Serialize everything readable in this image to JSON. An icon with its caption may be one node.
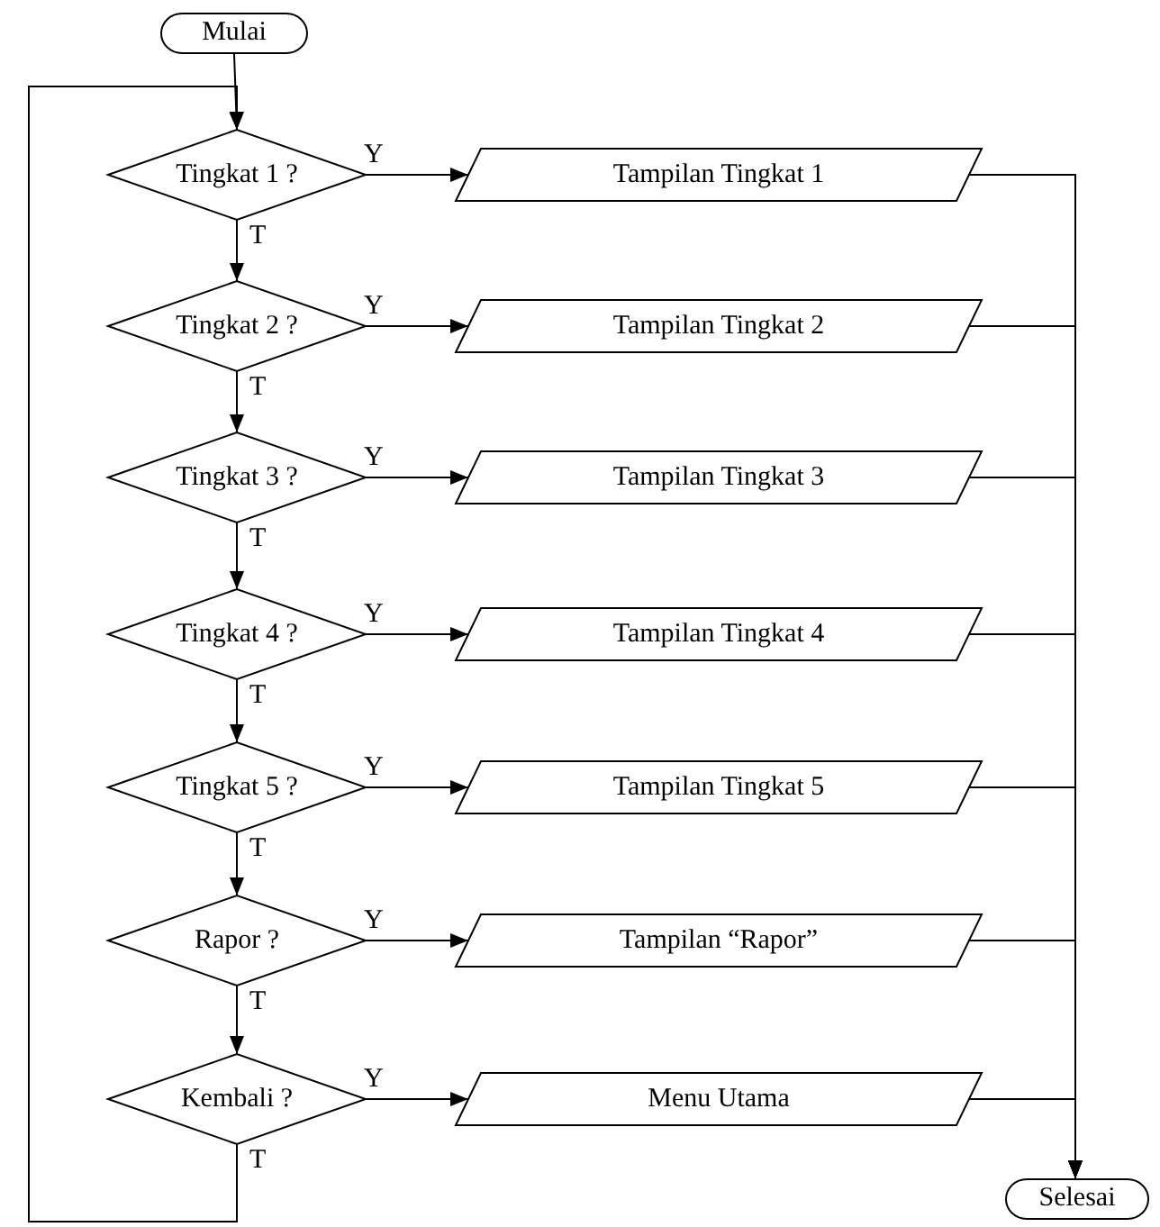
{
  "diagram": {
    "nodes": [
      {
        "text": [
          "Mulai"
        ]
      },
      {
        "text": [
          "Tingkat 1 ?"
        ]
      },
      {
        "text": [
          "Tampilan Tingkat 1"
        ]
      },
      {
        "text": [
          "Tingkat 2 ?"
        ]
      },
      {
        "text": [
          "Tampilan Tingkat 2"
        ]
      },
      {
        "text": [
          "Tingkat 3 ?"
        ]
      },
      {
        "text": [
          "Tampilan Tingkat 3"
        ]
      },
      {
        "text": [
          "Tingkat 4 ?"
        ]
      },
      {
        "text": [
          "Tampilan Tingkat 4"
        ]
      },
      {
        "text": [
          "Tingkat 5 ?"
        ]
      },
      {
        "text": [
          "Tampilan Tingkat 5"
        ]
      },
      {
        "text": [
          "Rapor ?"
        ]
      },
      {
        "text": [
          "Tampilan “Rapor”"
        ]
      },
      {
        "text": [
          "Kembali ?"
        ]
      },
      {
        "text": [
          "Menu Utama"
        ]
      },
      {
        "text": [
          "Selesai"
        ]
      }
    ],
    "edges": [
      {
        "from": 0,
        "to": 1,
        "arrow": "to"
      },
      {
        "from": 1,
        "to": 2,
        "arrow": "to",
        "label": "Y"
      },
      {
        "from": 1,
        "to": 3,
        "arrow": "to",
        "label": "T"
      },
      {
        "from": 3,
        "to": 4,
        "arrow": "to",
        "label": "Y"
      },
      {
        "from": 3,
        "to": 5,
        "arrow": "to",
        "label": "T"
      },
      {
        "from": 5,
        "to": 6,
        "arrow": "to",
        "label": "Y"
      },
      {
        "from": 5,
        "to": 7,
        "arrow": "to",
        "label": "T"
      },
      {
        "from": 7,
        "to": 8,
        "arrow": "to",
        "label": "Y"
      },
      {
        "from": 7,
        "to": 9,
        "arrow": "to",
        "label": "T"
      },
      {
        "from": 9,
        "to": 10,
        "arrow": "to",
        "label": "Y"
      },
      {
        "from": 9,
        "to": 11,
        "arrow": "to",
        "label": "T"
      },
      {
        "from": 11,
        "to": 12,
        "arrow": "to",
        "label": "Y"
      },
      {
        "from": 11,
        "to": 13,
        "arrow": "to",
        "label": "T"
      },
      {
        "from": 13,
        "to": 14,
        "arrow": "to",
        "label": "Y"
      },
      {
        "from": 13,
        "to": 1,
        "arrow": "to",
        "label": "T"
      },
      {
        "from": 2,
        "to": 15,
        "arrow": "to"
      },
      {
        "from": 4,
        "to": 15,
        "arrow": "to"
      },
      {
        "from": 6,
        "to": 15,
        "arrow": "to"
      },
      {
        "from": 8,
        "to": 15,
        "arrow": "to"
      },
      {
        "from": 10,
        "to": 15,
        "arrow": "to"
      },
      {
        "from": 12,
        "to": 15,
        "arrow": "to"
      },
      {
        "from": 14,
        "to": 15,
        "arrow": "to"
      }
    ]
  }
}
